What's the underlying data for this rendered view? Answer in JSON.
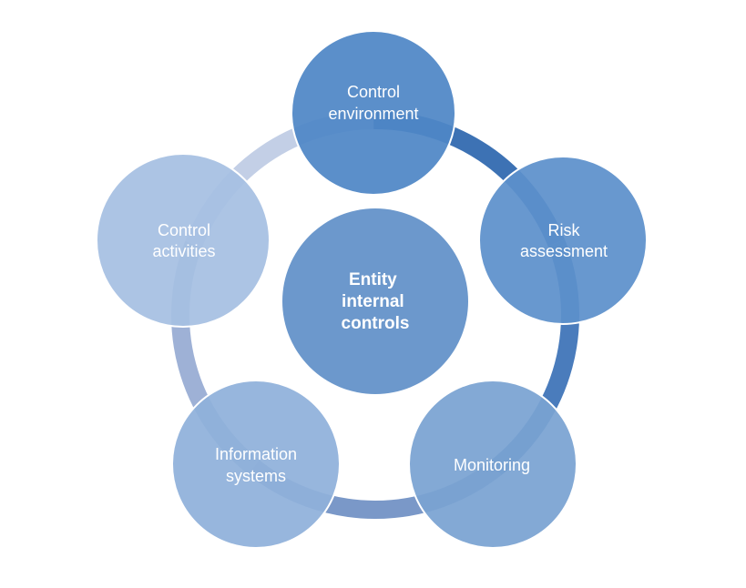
{
  "center": {
    "lines": [
      "Entity",
      "internal",
      "controls"
    ],
    "color": "#6c98cc"
  },
  "nodes": [
    {
      "lines": [
        "Control",
        "environment"
      ],
      "color": "#4f86c6"
    },
    {
      "lines": [
        "Risk",
        "assessment"
      ],
      "color": "#5c90cb"
    },
    {
      "lines": [
        "Monitoring"
      ],
      "color": "#7aa2d2"
    },
    {
      "lines": [
        "Information",
        "systems"
      ],
      "color": "#8fb0da"
    },
    {
      "lines": [
        "Control",
        "activities"
      ],
      "color": "#a6c0e2"
    }
  ],
  "ring_colors": [
    "#3d72b4",
    "#4a7cbc",
    "#7a98c8",
    "#9eb1d6",
    "#c3cfe6"
  ]
}
